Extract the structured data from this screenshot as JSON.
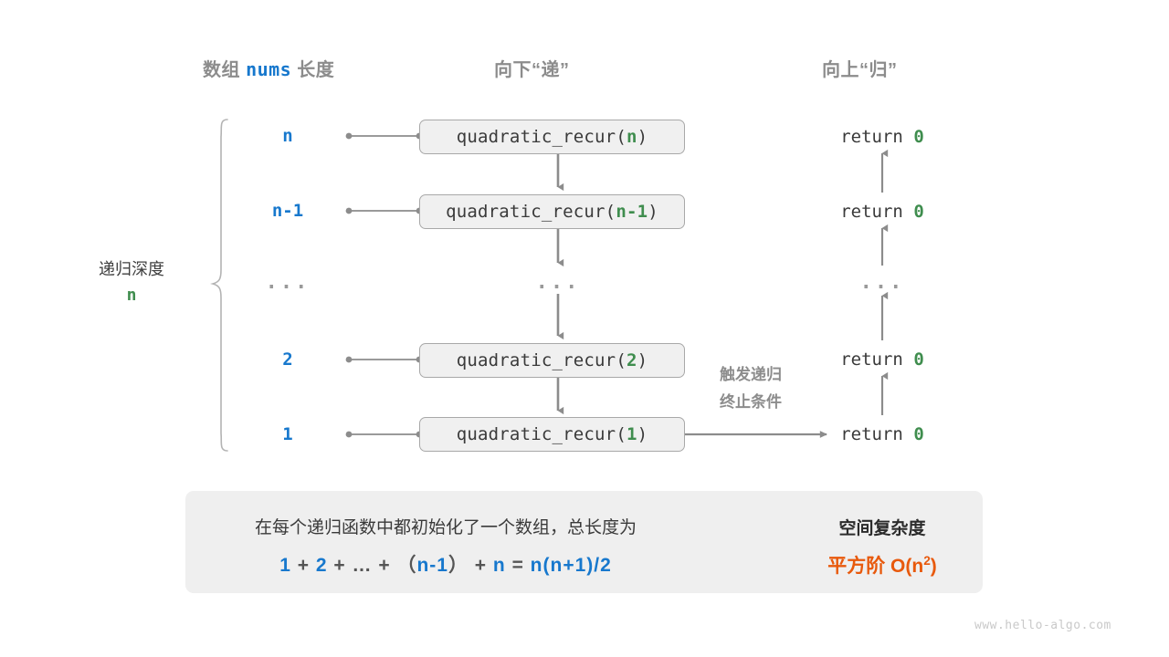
{
  "headers": {
    "left_prefix": "数组",
    "left_code": "nums",
    "left_suffix": "长度",
    "middle": "向下“递”",
    "right": "向上“归”"
  },
  "depth": {
    "label": "递归深度",
    "value": "n"
  },
  "rows": [
    {
      "depth": "n",
      "call_prefix": "quadratic_recur(",
      "call_arg": "n",
      "call_suffix": ")",
      "return_text": "return",
      "return_value": "0"
    },
    {
      "depth": "n-1",
      "call_prefix": "quadratic_recur(",
      "call_arg": "n-1",
      "call_suffix": ")",
      "return_text": "return",
      "return_value": "0"
    },
    {
      "depth": "…",
      "call_prefix": "…",
      "call_arg": "",
      "call_suffix": "",
      "return_text": "…",
      "return_value": ""
    },
    {
      "depth": "2",
      "call_prefix": "quadratic_recur(",
      "call_arg": "2",
      "call_suffix": ")",
      "return_text": "return",
      "return_value": "0"
    },
    {
      "depth": "1",
      "call_prefix": "quadratic_recur(",
      "call_arg": "1",
      "call_suffix": ")",
      "return_text": "return",
      "return_value": "0"
    }
  ],
  "ellipsis": {
    "left": "...",
    "middle": "...",
    "right": "..."
  },
  "note": {
    "line1": "触发递归",
    "line2": "终止条件"
  },
  "summary": {
    "description": "在每个递归函数中都初始化了一个数组，总长度为",
    "formula": {
      "t1": "1",
      "op1": "+",
      "t2": "2",
      "op2": "+",
      "ell": "…",
      "op3": "+",
      "paren_open": "（",
      "t3": "n-1",
      "paren_close": "）",
      "op4": "+",
      "t4": "n",
      "eq": "=",
      "result": "n(n+1)/2"
    },
    "complexity_title": "空间复杂度",
    "complexity_value_prefix": "平方阶",
    "complexity_value_big_o": "O(n",
    "complexity_value_exp": "2",
    "complexity_value_close": ")",
    "arrow_icon": "right-block-arrow-icon"
  },
  "watermark": "www.hello-algo.com",
  "colors": {
    "blue": "#1778cd",
    "green": "#3f8d4e",
    "orange": "#e8590c",
    "gray_text": "#8c8c8c",
    "box_fill": "#f0f0f0",
    "box_border": "#a8a8a8",
    "line": "#8c8c8c",
    "summary_bg": "#efefef"
  }
}
